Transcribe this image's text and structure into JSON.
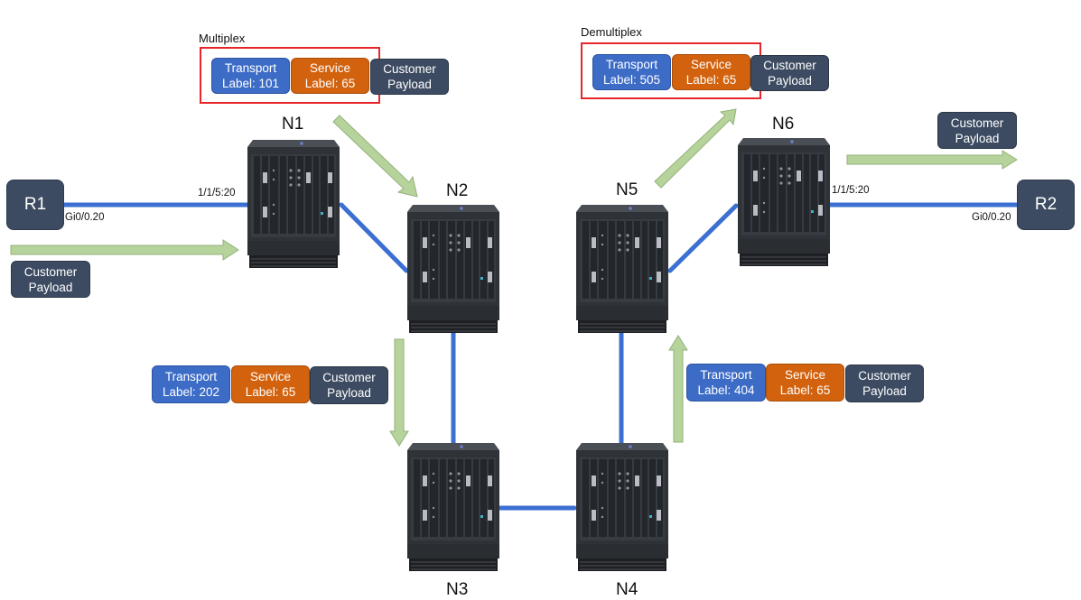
{
  "annotations": {
    "multiplex": "Multiplex",
    "demultiplex": "Demultiplex"
  },
  "routers": {
    "r1": "R1",
    "r2": "R2"
  },
  "nodes": {
    "n1": "N1",
    "n2": "N2",
    "n3": "N3",
    "n4": "N4",
    "n5": "N5",
    "n6": "N6"
  },
  "ports": {
    "r1_port": "Gi0/0.20",
    "n1_port": "1/1/5:20",
    "n6_port": "1/1/5:20",
    "r2_port": "Gi0/0.20"
  },
  "packets": {
    "ingress": {
      "payload": [
        "Customer",
        "Payload"
      ]
    },
    "n1_out": {
      "transport": [
        "Transport",
        "Label: 101"
      ],
      "service": [
        "Service",
        "Label: 65"
      ],
      "payload": [
        "Customer",
        "Payload"
      ]
    },
    "n2_out": {
      "transport": [
        "Transport",
        "Label: 202"
      ],
      "service": [
        "Service",
        "Label: 65"
      ],
      "payload": [
        "Customer",
        "Payload"
      ]
    },
    "n4_out": {
      "transport": [
        "Transport",
        "Label: 404"
      ],
      "service": [
        "Service",
        "Label: 65"
      ],
      "payload": [
        "Customer",
        "Payload"
      ]
    },
    "n5_out": {
      "transport": [
        "Transport",
        "Label: 505"
      ],
      "service": [
        "Service",
        "Label: 65"
      ],
      "payload": [
        "Customer",
        "Payload"
      ]
    },
    "egress": {
      "payload": [
        "Customer",
        "Payload"
      ]
    }
  },
  "colors": {
    "transport": "#3d6cc7",
    "service": "#d2620d",
    "payload": "#3c4b61",
    "link": "#3b6fd1",
    "flow_arrow": "#b5d39a",
    "highlight_box": "#e8262a"
  }
}
